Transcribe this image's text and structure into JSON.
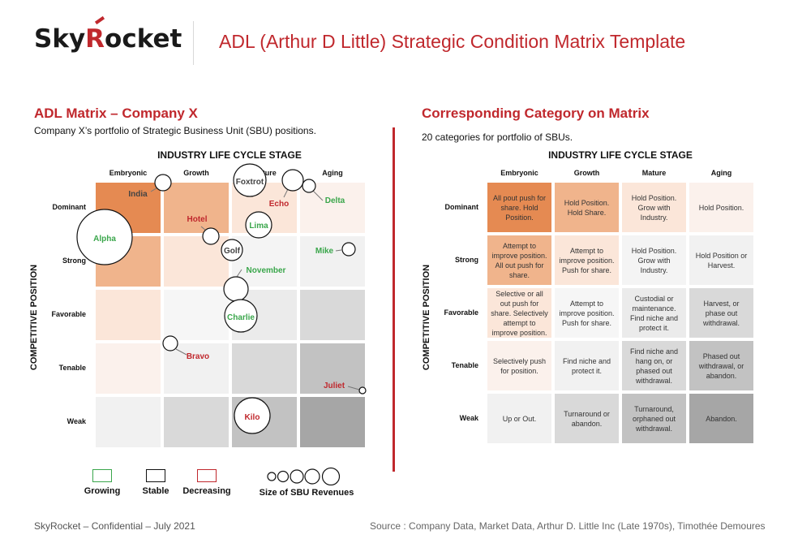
{
  "header": {
    "logo_left": "Sky",
    "logo_accent": "R",
    "logo_right": "ocket",
    "title": "ADL (Arthur D Little) Strategic Condition Matrix Template"
  },
  "left": {
    "title": "ADL Matrix – Company X",
    "subtitle": "Company X’s portfolio of Strategic Business Unit (SBU) positions.",
    "top_axis": "INDUSTRY LIFE CYCLE STAGE",
    "side_axis": "COMPETITIVE POSITION",
    "columns": [
      "Embryonic",
      "Growth",
      "Mature",
      "Aging"
    ],
    "rows": [
      "Dominant",
      "Strong",
      "Favorable",
      "Tenable",
      "Weak"
    ],
    "sbus": [
      {
        "name": "India",
        "status": "stable",
        "col": 0,
        "row": 0
      },
      {
        "name": "Foxtrot",
        "status": "stable",
        "col": 2,
        "row": 0
      },
      {
        "name": "Echo",
        "status": "decreasing",
        "col": 2,
        "row": 0
      },
      {
        "name": "Delta",
        "status": "growing",
        "col": 3,
        "row": 0
      },
      {
        "name": "Hotel",
        "status": "decreasing",
        "col": 1,
        "row": 0
      },
      {
        "name": "Lima",
        "status": "growing",
        "col": 2,
        "row": 0
      },
      {
        "name": "Alpha",
        "status": "growing",
        "col": 0,
        "row": 0
      },
      {
        "name": "Golf",
        "status": "stable",
        "col": 1,
        "row": 1
      },
      {
        "name": "Mike",
        "status": "growing",
        "col": 3,
        "row": 1
      },
      {
        "name": "November",
        "status": "growing",
        "col": 2,
        "row": 1
      },
      {
        "name": "Charlie",
        "status": "growing",
        "col": 2,
        "row": 2
      },
      {
        "name": "Bravo",
        "status": "decreasing",
        "col": 1,
        "row": 3
      },
      {
        "name": "Juliet",
        "status": "decreasing",
        "col": 3,
        "row": 3
      },
      {
        "name": "Kilo",
        "status": "decreasing",
        "col": 2,
        "row": 4
      }
    ],
    "legend": {
      "growing": "Growing",
      "stable": "Stable",
      "decreasing": "Decreasing",
      "size": "Size of SBU Revenues"
    }
  },
  "right": {
    "title": "Corresponding Category on Matrix",
    "subtitle": "20 categories for portfolio of SBUs.",
    "top_axis": "INDUSTRY LIFE CYCLE STAGE",
    "side_axis": "COMPETITIVE POSITION",
    "columns": [
      "Embryonic",
      "Growth",
      "Mature",
      "Aging"
    ],
    "rows": [
      "Dominant",
      "Strong",
      "Favorable",
      "Tenable",
      "Weak"
    ],
    "cells": [
      [
        "All pout push for share. Hold Position.",
        "Hold Position. Hold Share.",
        "Hold Position. Grow with Industry.",
        "Hold Position."
      ],
      [
        "Attempt to improve position. All out push for share.",
        "Attempt to improve position. Push for share.",
        "Hold Position. Grow with Industry.",
        "Hold Position or Harvest."
      ],
      [
        "Selective or all out push for share. Selectively attempt to improve position.",
        "Attempt to improve position. Push for share.",
        "Custodial or maintenance. Find niche and protect it.",
        "Harvest, or phase out withdrawal."
      ],
      [
        "Selectively push for position.",
        "Find niche and protect it.",
        "Find niche and hang on, or phased out withdrawal.",
        "Phased out withdrawal, or abandon."
      ],
      [
        "Up or Out.",
        "Turnaround or abandon.",
        "Turnaround, orphaned out withdrawal.",
        "Abandon."
      ]
    ]
  },
  "colors": {
    "accent": "#c0282d",
    "growing": "#3aa64b",
    "stable": "#111111",
    "decreasing": "#c0282d",
    "cell_fills": [
      [
        "#e58a52",
        "#f0b48c",
        "#fbe6d9",
        "#fbf1ec"
      ],
      [
        "#f0b48c",
        "#fbe6d9",
        "#f4f4f4",
        "#f1f1f1"
      ],
      [
        "#fbe6d9",
        "#f6f6f6",
        "#ebebeb",
        "#d9d9d9"
      ],
      [
        "#fbf1ec",
        "#f1f1f1",
        "#d9d9d9",
        "#c2c2c2"
      ],
      [
        "#f1f1f1",
        "#d9d9d9",
        "#c2c2c2",
        "#a6a6a6"
      ]
    ]
  },
  "footer": {
    "left": "SkyRocket – Confidential – July 2021",
    "right": "Source : Company Data, Market Data, Arthur D. Little Inc (Late 1970s), Timothée Demoures"
  }
}
